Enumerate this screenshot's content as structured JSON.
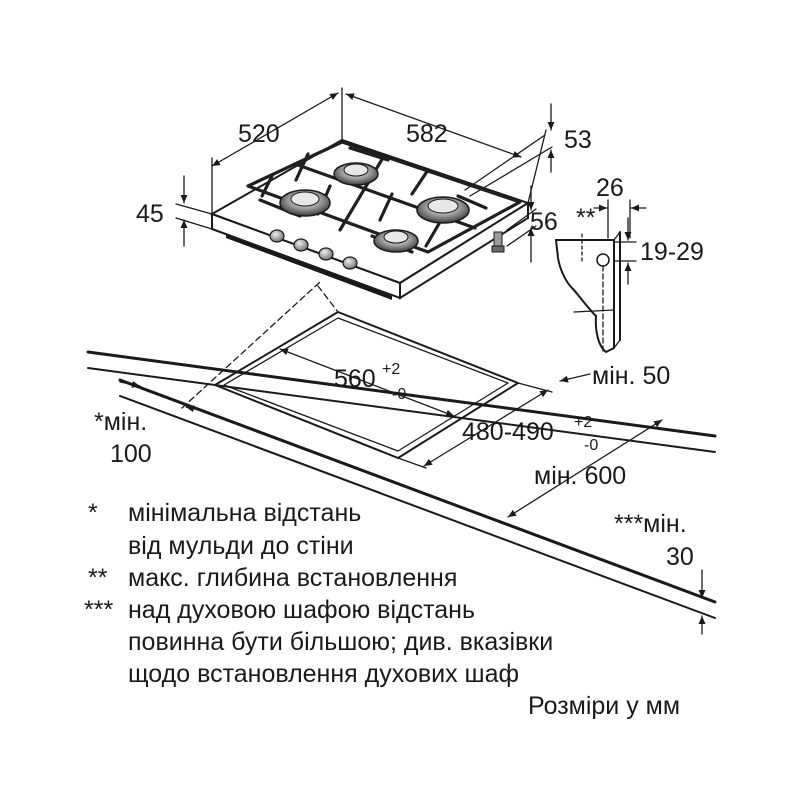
{
  "dimensions": {
    "width": "520",
    "depth": "582",
    "height_front": "45",
    "height_rear": "53",
    "height_side": "56",
    "bracket_width": "26",
    "bracket_mark": "**",
    "bracket_range": "19-29",
    "cutout_width": "560",
    "cutout_width_tol_plus": "+2",
    "cutout_width_tol_minus": "-0",
    "cutout_depth": "480-490",
    "cutout_depth_tol_plus": "+2",
    "cutout_depth_tol_minus": "-0",
    "min_rear": "мін. 50",
    "min_front_line1": "*мін.",
    "min_front_line2": "100",
    "min_worktop": "мін. 600",
    "min_oven_line1": "***мін.",
    "min_oven_line2": "30"
  },
  "notes": [
    {
      "mark": "*",
      "lines": [
        "мінімальна відстань",
        "від мульди до стіни"
      ]
    },
    {
      "mark": "**",
      "lines": [
        "макс. глибина встановлення"
      ]
    },
    {
      "mark": "***",
      "lines": [
        "над духовою шафою відстань",
        "повинна бути більшою; див. вказівки",
        "щодо встановлення духових шаф"
      ]
    }
  ],
  "units_note": "Розміри у мм"
}
